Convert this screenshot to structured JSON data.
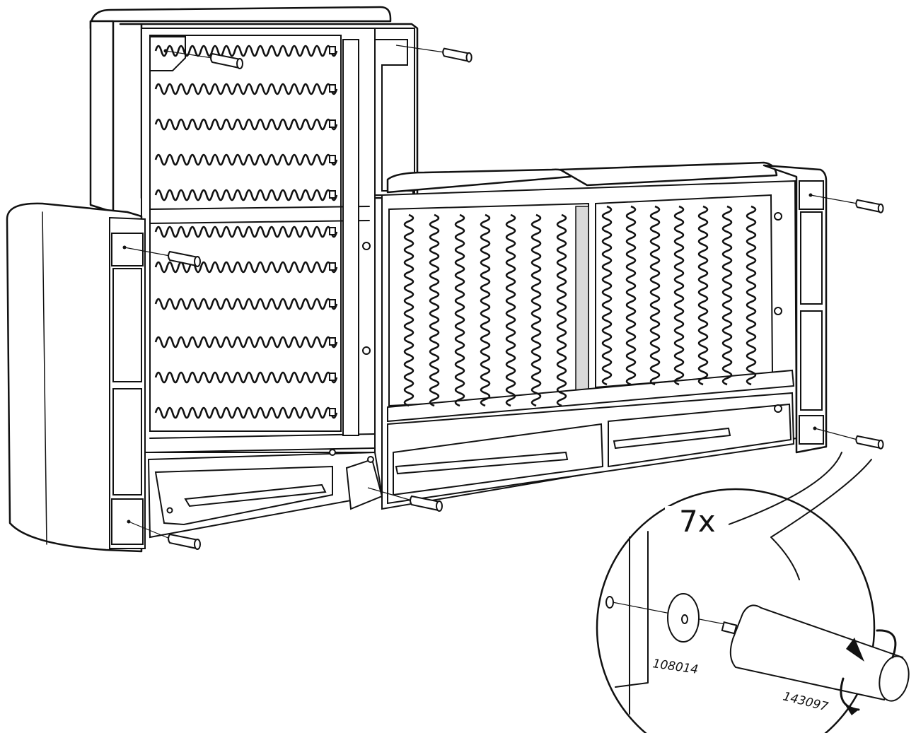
{
  "callout": {
    "quantity": "7x",
    "part_numbers": {
      "washer": "108014",
      "leg": "143097"
    }
  },
  "parts": {
    "leg_count_visible": 7,
    "washer_icon": "washer-icon",
    "rotate_icon": "rotate-arrow-icon"
  },
  "colors": {
    "line": "#111111",
    "background": "#ffffff",
    "shade": "#d9d9d9"
  }
}
